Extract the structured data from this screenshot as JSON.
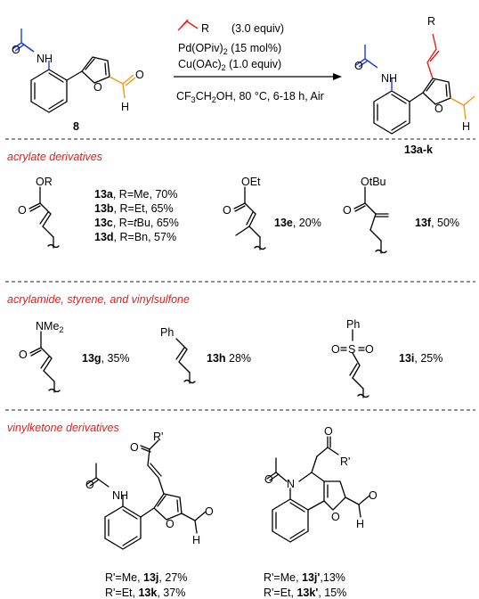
{
  "scheme": {
    "alkene_R": "R",
    "equiv": "(3.0 equiv)",
    "cond1": "Pd(OPiv)",
    "cond1_sub": "2",
    "cond1_tail": " (15 mol%)",
    "cond2": "Cu(OAc)",
    "cond2_sub": "2",
    "cond2_tail": " (1.0 equiv)",
    "cond3_a": "CF",
    "cond3_s1": "3",
    "cond3_b": "CH",
    "cond3_s2": "2",
    "cond3_c": "OH, 80 °C, 6-18 h, Air",
    "sm_label": "8",
    "prod_label": "13a-k",
    "atom_O": "O",
    "atom_NH": "NH",
    "atom_H": "H",
    "atom_R": "R"
  },
  "sections": {
    "acrylate": "acrylate derivatives",
    "amide": "acrylamide, styrene, and vinylsulfone",
    "ketone": "vinylketone derivatives"
  },
  "acrylates": {
    "group_a": "OR",
    "a": {
      "id": "13a",
      "text": ", R=Me, 70%"
    },
    "b": {
      "id": "13b",
      "text": ", R=Et, 65%"
    },
    "c": {
      "id": "13c",
      "pre": ", R=",
      "it": "t",
      "post": "Bu, 65%"
    },
    "d": {
      "id": "13d",
      "text": ", R=Bn, 57%"
    },
    "group_e": "OEt",
    "e": {
      "id": "13e",
      "text": ", 20%"
    },
    "group_f": "OtBu",
    "f": {
      "id": "13f",
      "text": ", 50%"
    }
  },
  "others": {
    "group_g": "NMe",
    "group_g_sub": "2",
    "g": {
      "id": "13g",
      "text": ", 35%"
    },
    "group_h": "Ph",
    "h": {
      "id": "13h",
      "text": " 28%"
    },
    "group_i": "Ph",
    "i_S": "S",
    "i": {
      "id": "13i",
      "text": ", 25%"
    }
  },
  "ketones": {
    "Rp": "R'",
    "j": {
      "pre": "R'=Me, ",
      "id": "13j",
      "post": ", 27%"
    },
    "k": {
      "pre": "R'=Et, ",
      "id": "13k",
      "post": ", 37%"
    },
    "N": "N",
    "jp": {
      "pre": "R'=Me, ",
      "id": "13j'",
      "post": ",13%"
    },
    "kp": {
      "pre": "R'=Et, ",
      "id": "13k'",
      "post": ", 15%"
    }
  }
}
